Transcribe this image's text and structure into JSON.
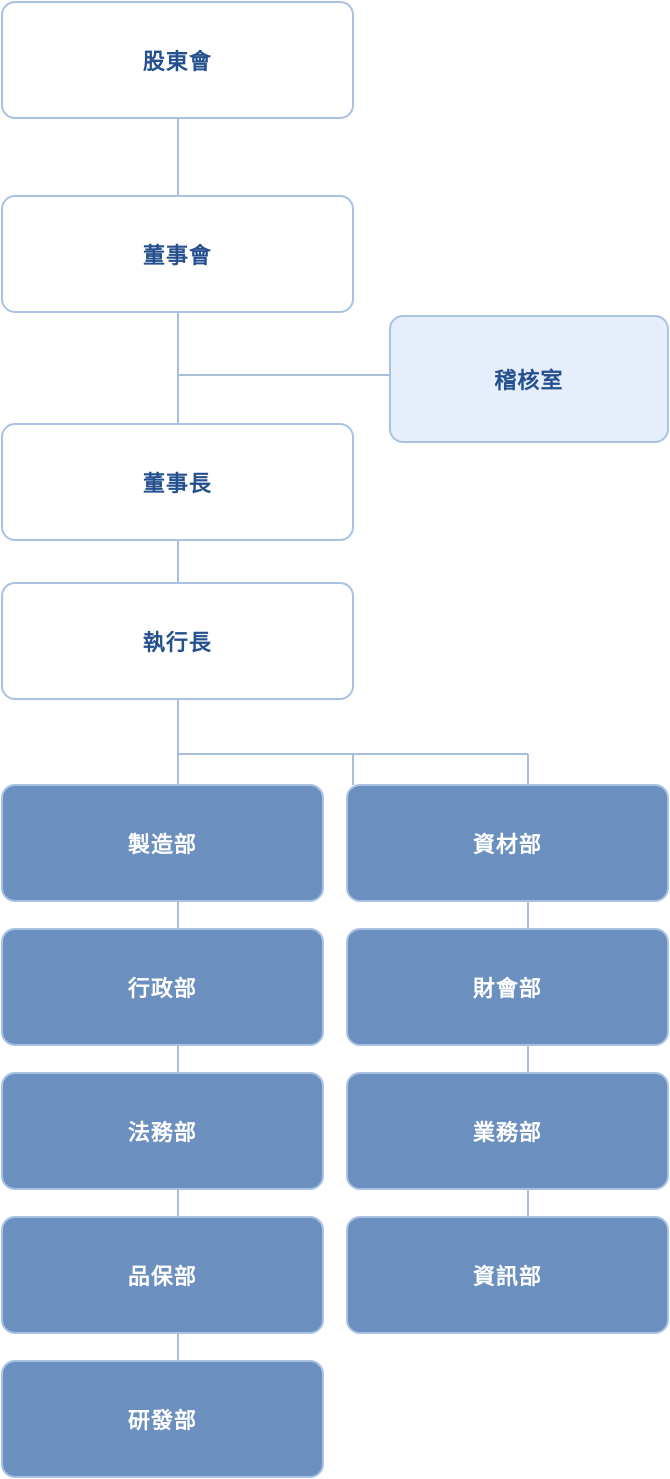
{
  "org_chart": {
    "top": {
      "shareholders": "股東會",
      "board": "董事會",
      "audit": "稽核室",
      "chairman": "董事長",
      "ceo": "執行長"
    },
    "left_departments": [
      "製造部",
      "行政部",
      "法務部",
      "品保部",
      "研發部"
    ],
    "right_departments": [
      "資材部",
      "財會部",
      "業務部",
      "資訊部"
    ],
    "colors": {
      "connector": "#a8bfd9",
      "white_node_border": "#a9c2e2",
      "white_node_text": "#25508f",
      "audit_fill": "#e5eefa",
      "department_fill": "#6b8fbf",
      "department_text": "#ffffff"
    }
  }
}
